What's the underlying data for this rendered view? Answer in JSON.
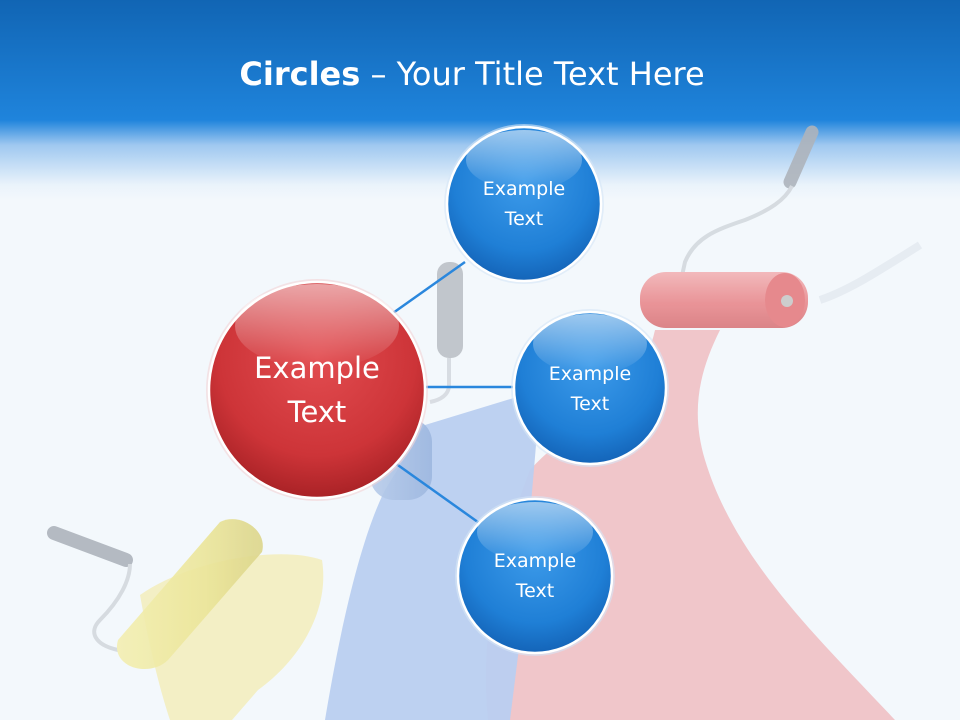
{
  "slide": {
    "title_bold": "Circles",
    "title_rest": " – Your Title Text Here"
  },
  "diagram": {
    "center": {
      "label": "Example\nText",
      "color": "#d43a3e"
    },
    "satellites": [
      {
        "label": "Example\nText"
      },
      {
        "label": "Example\nText"
      },
      {
        "label": "Example\nText"
      }
    ],
    "satellite_color": "#2a87dd"
  }
}
